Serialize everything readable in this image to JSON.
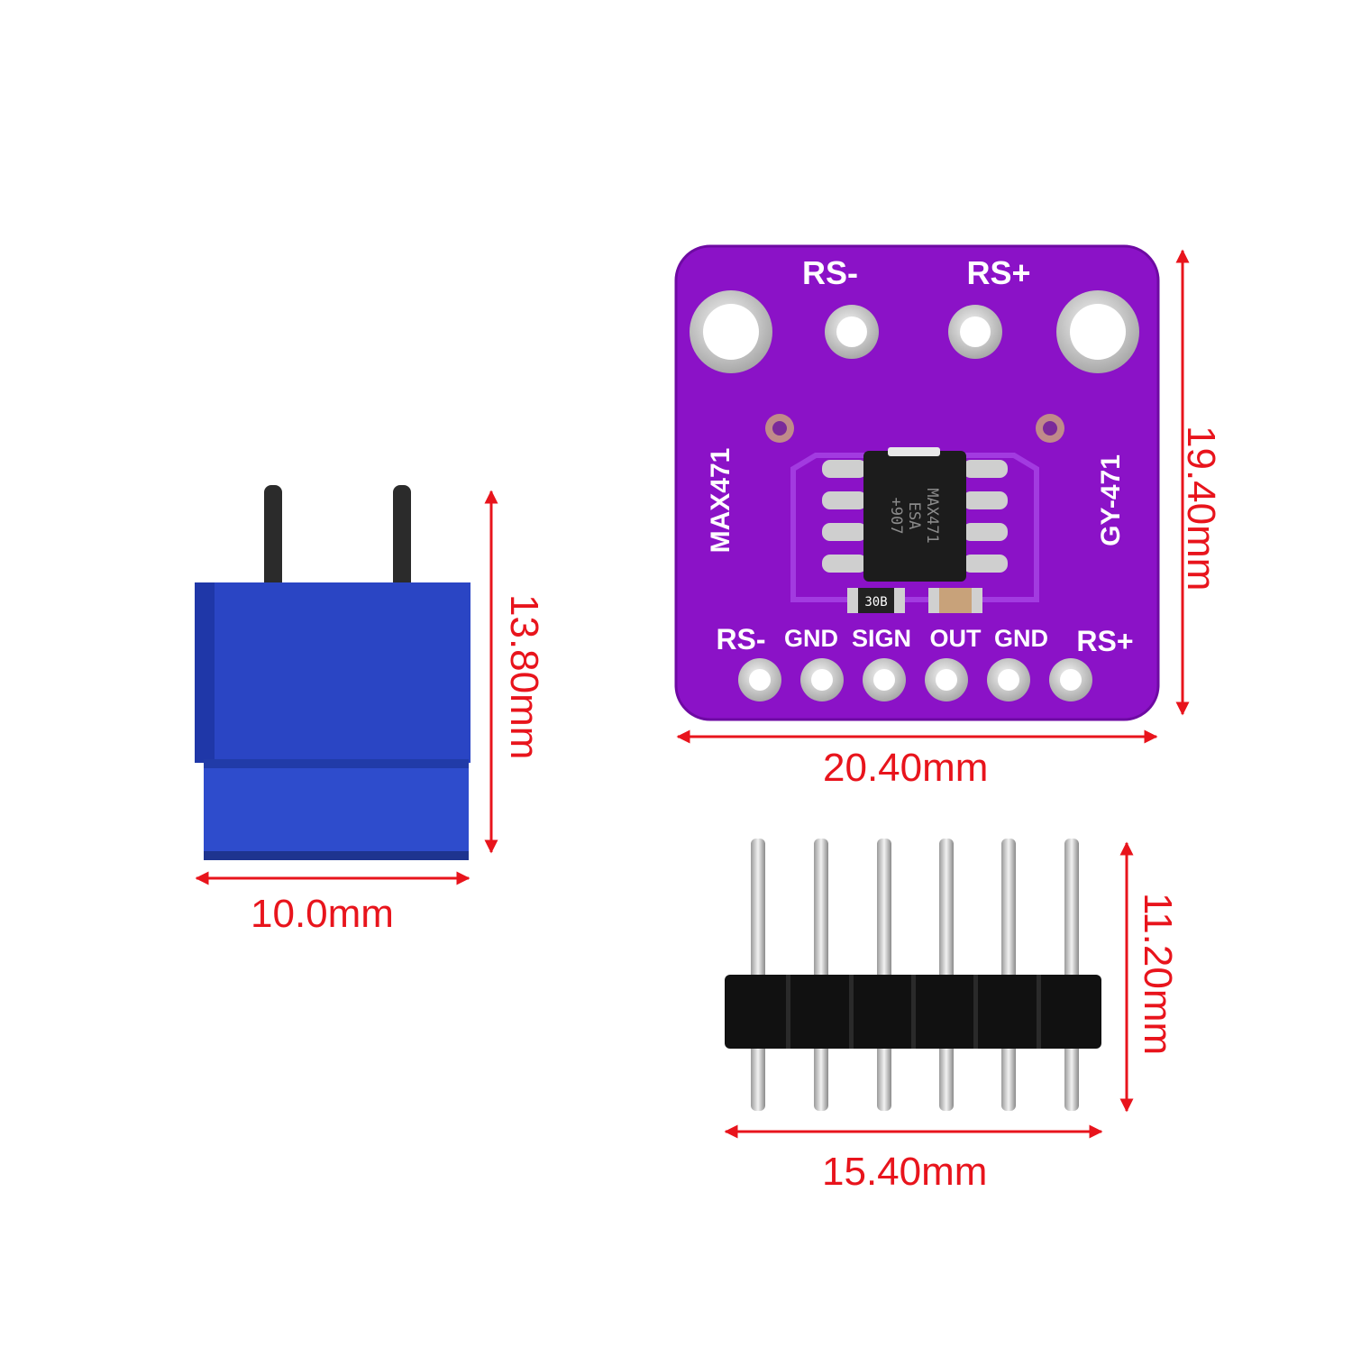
{
  "colors": {
    "pcb": "#8b12c7",
    "terminal_block": "#2a45c4",
    "dimension": "#e8141c",
    "pin_header": "#111111"
  },
  "terminal_block": {
    "height_label": "13.80mm",
    "width_label": "10.0mm"
  },
  "pcb": {
    "height_label": "19.40mm",
    "width_label": "20.40mm",
    "top_labels": [
      "RS-",
      "RS+"
    ],
    "bottom_labels": [
      "RS-",
      "GND",
      "SIGN",
      "OUT",
      "GND",
      "RS+"
    ],
    "left_label": "MAX471",
    "right_label": "GY-471",
    "chip_lines": [
      "MAX471",
      "ESA",
      "+907"
    ],
    "resistor_code": "30B"
  },
  "pin_header": {
    "height_label": "11.20mm",
    "width_label": "15.40mm"
  }
}
